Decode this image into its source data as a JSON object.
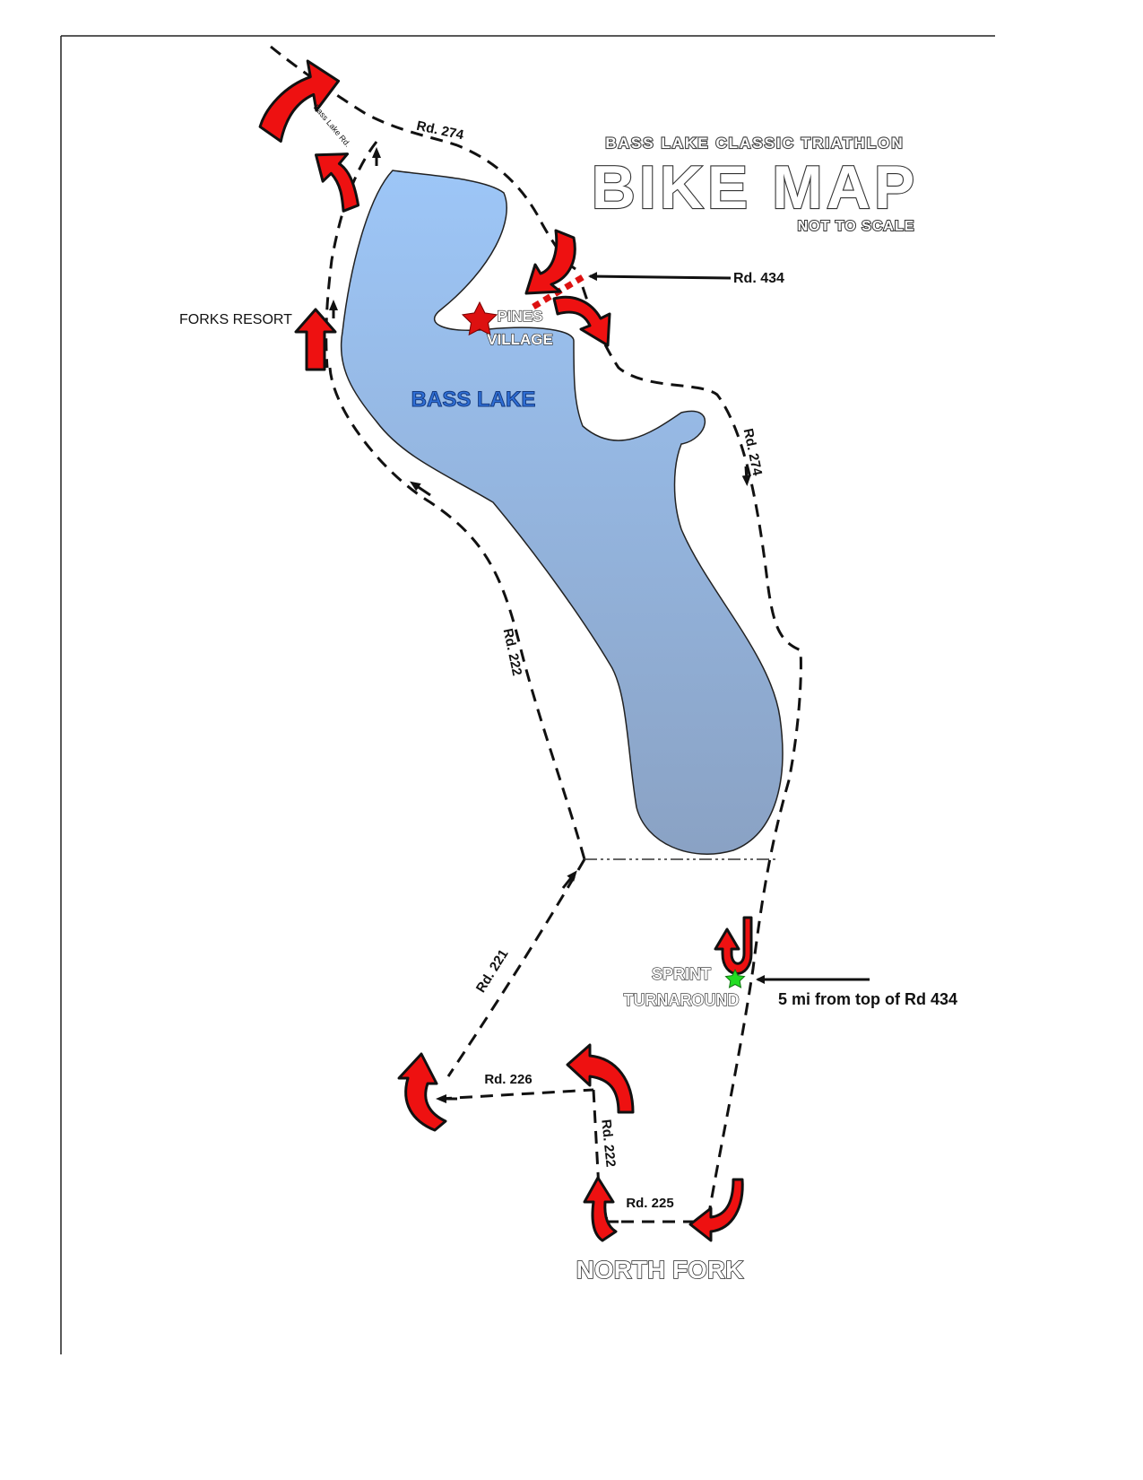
{
  "map": {
    "event_title": "BASS LAKE CLASSIC TRIATHLON",
    "title": "BIKE MAP",
    "subtitle": "NOT TO SCALE",
    "lake_label": "BASS LAKE",
    "place_labels": {
      "pines_village": [
        "PINES",
        "VILLAGE"
      ],
      "forks_resort": "FORKS RESORT",
      "north_fork": "NORTH FORK",
      "sprint_turnaround": [
        "SPRINT",
        "TURNAROUND"
      ]
    },
    "roads": {
      "rd274_top": "Rd. 274",
      "rd274_right": "Rd. 274",
      "rd222_left": "Rd. 222",
      "rd221": "Rd. 221",
      "rd226": "Rd. 226",
      "rd222_bottom": "Rd. 222",
      "rd225": "Rd. 225",
      "bass_lake_rd": "Bass Lake Rd."
    },
    "callouts": {
      "rd434": "Rd. 434",
      "turnaround_note": "5 mi from top of Rd 434"
    },
    "colors": {
      "lake_top": "#9dc6f7",
      "lake_bottom": "#8aa2c4",
      "turn_arrow": "#ee1111",
      "pines_star": "#dd1111",
      "turnaround_star": "#22dd22",
      "rd434_dotted": "#dd1111",
      "lake_label": "#1f57b8"
    },
    "icons": [
      "turn-arrow-icon",
      "star-icon",
      "direction-arrow-icon"
    ]
  }
}
